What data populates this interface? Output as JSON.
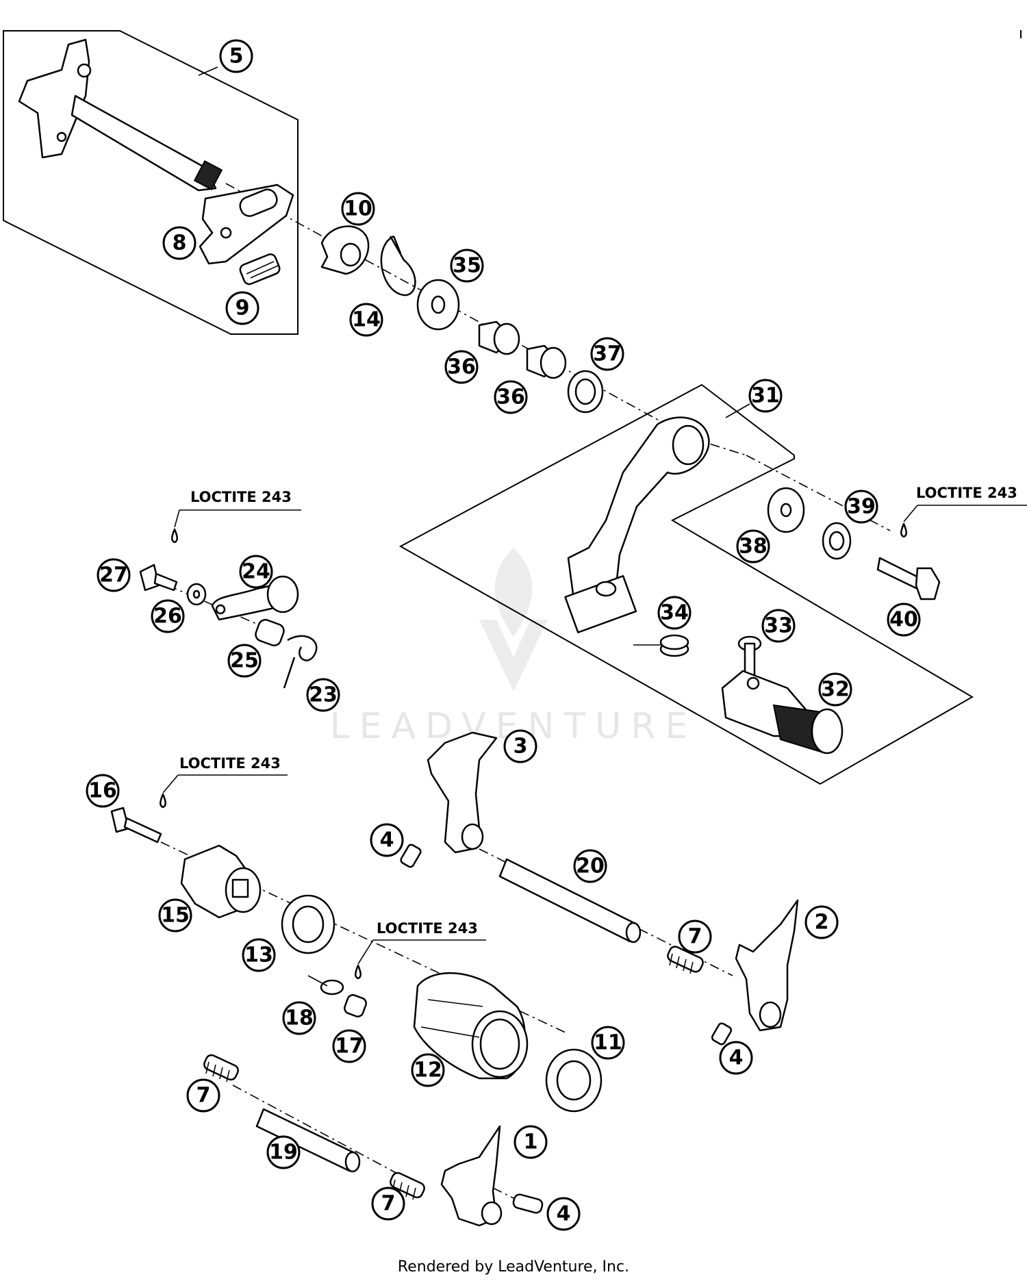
{
  "diagram": {
    "watermark": "LEADVENTURE",
    "footer": "Rendered by LeadVenture, Inc.",
    "loctite_label": "LOCTITE 243",
    "callouts": {
      "c1": "1",
      "c2": "2",
      "c3": "3",
      "c4a": "4",
      "c4b": "4",
      "c4c": "4",
      "c5": "5",
      "c7a": "7",
      "c7b": "7",
      "c7c": "7",
      "c8": "8",
      "c9": "9",
      "c10": "10",
      "c11": "11",
      "c12": "12",
      "c13": "13",
      "c14": "14",
      "c15": "15",
      "c16": "16",
      "c17": "17",
      "c18": "18",
      "c19": "19",
      "c20": "20",
      "c23": "23",
      "c24": "24",
      "c25": "25",
      "c26": "26",
      "c27": "27",
      "c31": "31",
      "c32": "32",
      "c33": "33",
      "c34": "34",
      "c35": "35",
      "c36a": "36",
      "c36b": "36",
      "c37": "37",
      "c38": "38",
      "c39": "39",
      "c40": "40"
    }
  }
}
